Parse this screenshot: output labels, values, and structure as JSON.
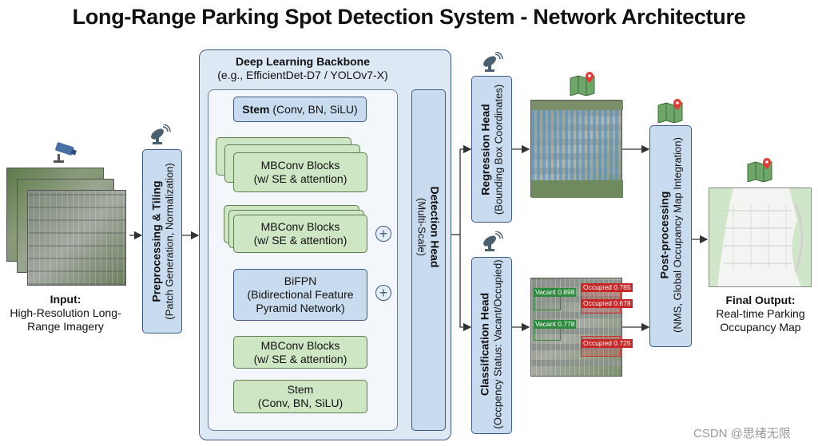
{
  "title": "Long-Range Parking Spot Detection System - Network Architecture",
  "input": {
    "label_bold": "Input:",
    "label_line1": "High-Resolution Long-",
    "label_line2": "Range Imagery"
  },
  "preprocessing": {
    "title": "Preprocessing & Tiling",
    "subtitle": "(Patch Generation, Normalization)"
  },
  "backbone": {
    "title": "Deep Learning Backbone",
    "subtitle": "(e.g., EfficientDet-D7 / YOLOv7-X)",
    "stem_top_bold": "Stem",
    "stem_top_rest": " (Conv, BN, SiLU)",
    "mbconv1_line1": "MBConv Blocks",
    "mbconv1_line2": "(w/ SE & attention)",
    "mbconv2_line1": "MBConv Blocks",
    "mbconv2_line2": "(w/ SE & attention)",
    "bifpn_line1": "BiFPN",
    "bifpn_line2": "(Bidirectional Feature",
    "bifpn_line3": "Pyramid Network)",
    "mbconv3_line1": "MBConv Blocks",
    "mbconv3_line2": "(w/ SE & attention)",
    "stem_bottom_line1": "Stem",
    "stem_bottom_line2": "(Conv, BN, SiLU)",
    "plus_symbol": "+"
  },
  "detection_head": {
    "title": "Detection Head",
    "subtitle": "(Multi-Scale)"
  },
  "regression_head": {
    "title": "Regression Head",
    "subtitle": "(Bounding Box Coordinates)"
  },
  "classification_head": {
    "title": "Classification Head",
    "subtitle": "(Occpency Status: Vacant/Occupied)"
  },
  "classification_tags": [
    {
      "text": "Vacant 0.898",
      "status": "vacant"
    },
    {
      "text": "Occupied 0.785",
      "status": "occupied"
    },
    {
      "text": "Occupied 0.678",
      "status": "occupied"
    },
    {
      "text": "Vacant 0.778",
      "status": "vacant"
    },
    {
      "text": "Occupied 0.725",
      "status": "occupied"
    }
  ],
  "postprocessing": {
    "title": "Post-processing",
    "subtitle": "(NMS, Global Occupancy Map Integration)"
  },
  "output": {
    "label_bold": "Final Output:",
    "label_line1": "Real-time Parking",
    "label_line2": "Occupancy Map"
  },
  "watermark": "CSDN @思绪无限",
  "colors": {
    "box_blue": "#c9dcef",
    "box_light_blue": "#dde9f5",
    "box_green": "#cfe6c4",
    "border_blue": "#3d5a80",
    "vacant_tag": "#2e8b3e",
    "occupied_tag": "#c62828"
  }
}
